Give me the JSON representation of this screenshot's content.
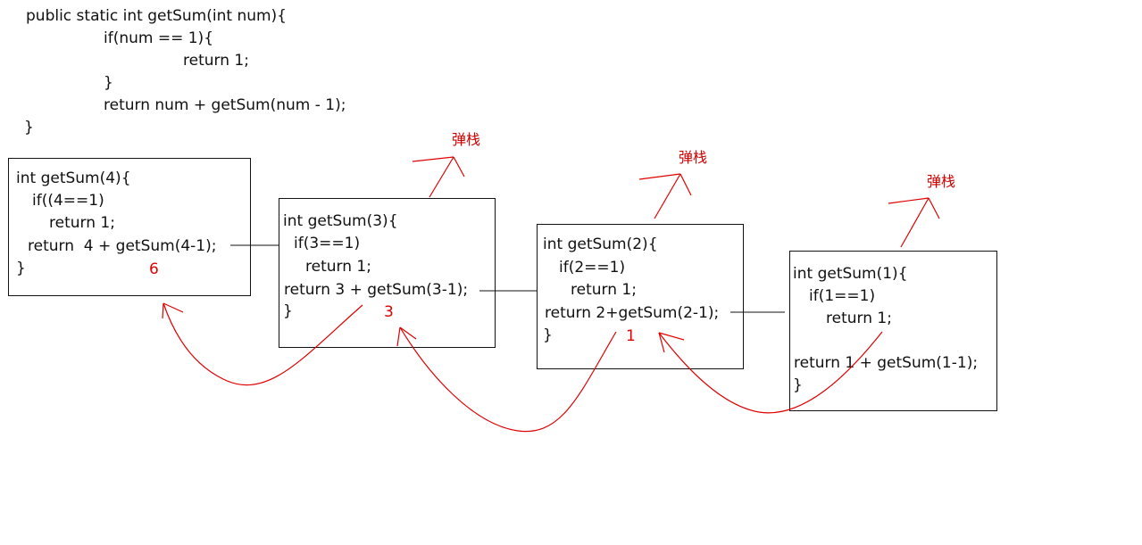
{
  "source_code": {
    "lines": [
      "public static int getSum(int num){",
      "if(num == 1){",
      "return 1;",
      "}",
      "return num + getSum(num - 1);",
      "}"
    ]
  },
  "frames": [
    {
      "lines": [
        "int getSum(4){",
        "if((4==1)",
        "return 1;",
        "return  4 + getSum(4-1);",
        "}"
      ],
      "result": "6"
    },
    {
      "lines": [
        "int getSum(3){",
        "if(3==1)",
        "return 1;",
        "return 3 + getSum(3-1);",
        "}"
      ],
      "result": "3",
      "pop_label": "弹栈"
    },
    {
      "lines": [
        "int getSum(2){",
        "if(2==1)",
        "return 1;",
        "return 2+getSum(2-1);",
        "}"
      ],
      "result": "1",
      "pop_label": "弹栈"
    },
    {
      "lines": [
        "int getSum(1){",
        "if(1==1)",
        "return 1;",
        "return 1 + getSum(1-1);",
        "}"
      ],
      "pop_label": "弹栈"
    }
  ],
  "colors": {
    "annotation": "#e00000",
    "ink": "#111111"
  }
}
